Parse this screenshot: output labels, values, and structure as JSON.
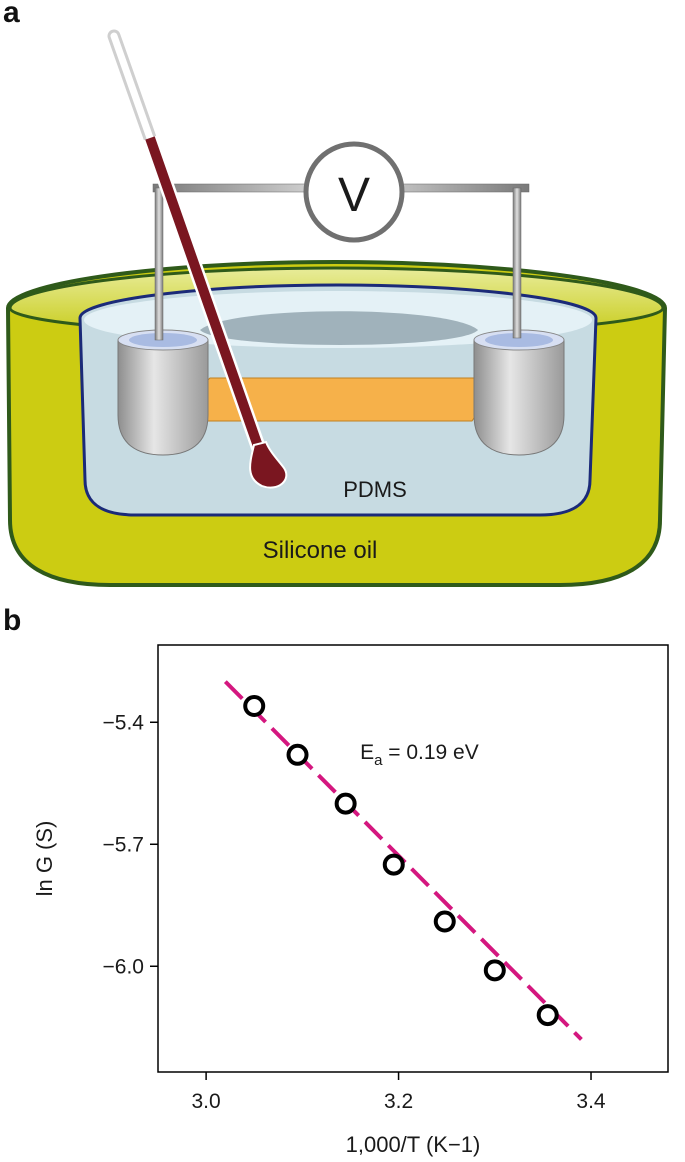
{
  "panels": {
    "a": "a",
    "b": "b"
  },
  "diagram": {
    "voltmeter_symbol": "V",
    "inner_label": "PDMS",
    "outer_label": "Silicone oil"
  },
  "chart_data": {
    "type": "scatter",
    "title": "",
    "xlabel": "1,000/T (K−1)",
    "ylabel": "ln G (S)",
    "xlim": [
      2.95,
      3.48
    ],
    "ylim": [
      -6.26,
      -5.21
    ],
    "xticks": [
      3.0,
      3.2,
      3.4
    ],
    "xtick_labels": [
      "3.0",
      "3.2",
      "3.4"
    ],
    "yticks": [
      -5.4,
      -5.7,
      -6.0
    ],
    "ytick_labels": [
      "−5.4",
      "−5.7",
      "−6.0"
    ],
    "grid": false,
    "legend": "none",
    "annotation": {
      "main": "E",
      "sub": "a",
      "rest": " = 0.19 eV",
      "x": 3.16,
      "y": -5.49
    },
    "series": [
      {
        "points": [
          {
            "x": 3.05,
            "y": -5.36
          },
          {
            "x": 3.095,
            "y": -5.48
          },
          {
            "x": 3.145,
            "y": -5.6
          },
          {
            "x": 3.195,
            "y": -5.75
          },
          {
            "x": 3.248,
            "y": -5.89
          },
          {
            "x": 3.3,
            "y": -6.01
          },
          {
            "x": 3.355,
            "y": -6.12
          }
        ],
        "marker_color": "#000000"
      }
    ],
    "fit_line": {
      "x": [
        3.02,
        3.39
      ],
      "y": [
        -5.3,
        -6.18
      ],
      "color": "#d4177f",
      "style": "dashed"
    }
  }
}
